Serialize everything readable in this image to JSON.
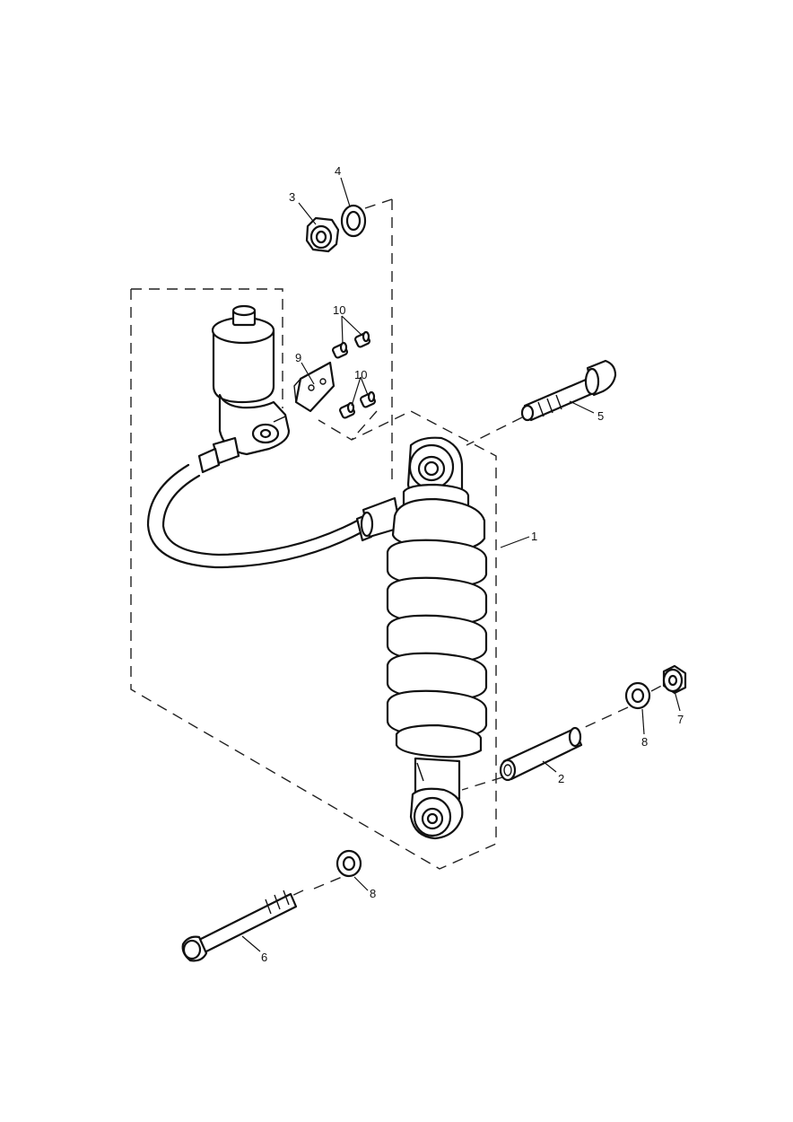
{
  "callouts": {
    "c1": "1",
    "c2": "2",
    "c3": "3",
    "c4": "4",
    "c5": "5",
    "c6": "6",
    "c7": "7",
    "c8a": "8",
    "c8b": "8",
    "c9": "9",
    "c10a": "10",
    "c10b": "10"
  },
  "colors": {
    "line": "#111111",
    "background": "#ffffff"
  }
}
